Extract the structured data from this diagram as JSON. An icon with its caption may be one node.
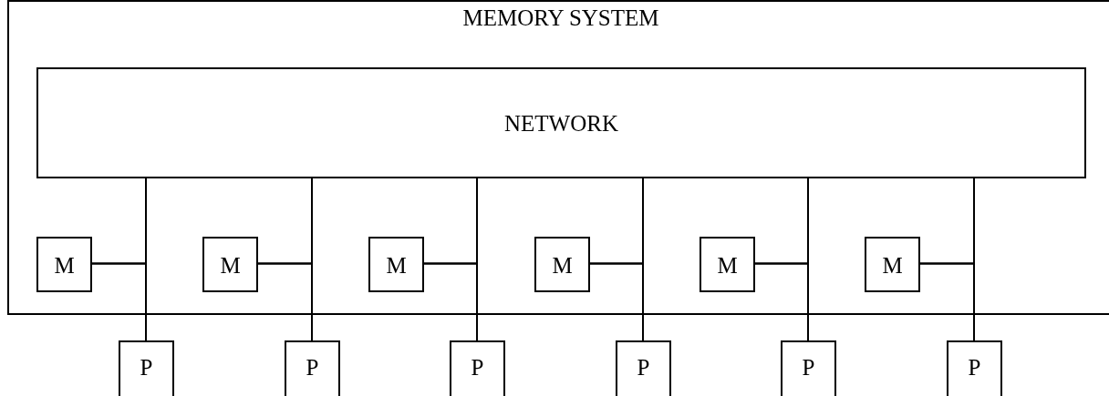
{
  "diagram": {
    "nodes": [
      {
        "text": [
          "MEMORY SYSTEM"
        ]
      },
      {
        "text": [
          "NETWORK"
        ],
        "in": 0
      },
      {
        "text": [
          "M"
        ],
        "in": 0
      },
      {
        "text": [
          "M"
        ],
        "in": 0
      },
      {
        "text": [
          "M"
        ],
        "in": 0
      },
      {
        "text": [
          "M"
        ],
        "in": 0
      },
      {
        "text": [
          "M"
        ],
        "in": 0
      },
      {
        "text": [
          "M"
        ],
        "in": 0
      },
      {
        "text": [
          "P"
        ]
      },
      {
        "text": [
          "P"
        ]
      },
      {
        "text": [
          "P"
        ]
      },
      {
        "text": [
          "P"
        ]
      },
      {
        "text": [
          "P"
        ]
      },
      {
        "text": [
          "P"
        ]
      }
    ],
    "edges": [
      {
        "from": 1,
        "to": 8,
        "arrow": "none"
      },
      {
        "from": 2,
        "to": 1,
        "arrow": "none"
      },
      {
        "from": 2,
        "to": 8,
        "arrow": "none"
      },
      {
        "from": 1,
        "to": 9,
        "arrow": "none"
      },
      {
        "from": 3,
        "to": 1,
        "arrow": "none"
      },
      {
        "from": 3,
        "to": 9,
        "arrow": "none"
      },
      {
        "from": 1,
        "to": 10,
        "arrow": "none"
      },
      {
        "from": 4,
        "to": 1,
        "arrow": "none"
      },
      {
        "from": 4,
        "to": 10,
        "arrow": "none"
      },
      {
        "from": 1,
        "to": 11,
        "arrow": "none"
      },
      {
        "from": 5,
        "to": 1,
        "arrow": "none"
      },
      {
        "from": 5,
        "to": 11,
        "arrow": "none"
      },
      {
        "from": 1,
        "to": 12,
        "arrow": "none"
      },
      {
        "from": 6,
        "to": 1,
        "arrow": "none"
      },
      {
        "from": 6,
        "to": 12,
        "arrow": "none"
      },
      {
        "from": 1,
        "to": 13,
        "arrow": "none"
      },
      {
        "from": 7,
        "to": 1,
        "arrow": "none"
      },
      {
        "from": 7,
        "to": 13,
        "arrow": "none"
      }
    ]
  }
}
